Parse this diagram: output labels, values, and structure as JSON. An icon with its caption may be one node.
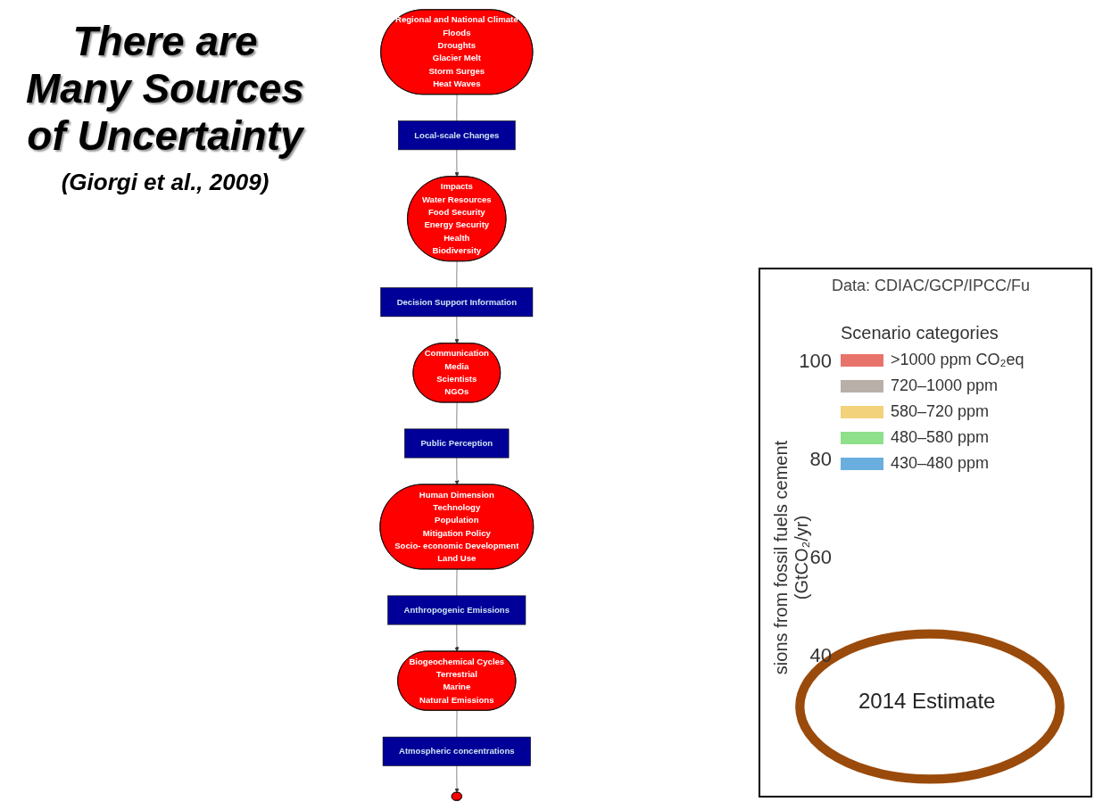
{
  "diagram": {
    "title": "There are Many Sources of Uncertainty",
    "caption": "(Giorgi et al., 2009)",
    "nodes": [
      {
        "text": [
          "Human Dimension",
          "Technology",
          "Population",
          "Mitigation Policy",
          "Socio- economic Development",
          "Land Use"
        ]
      },
      {
        "text": [
          "Public Perception"
        ]
      },
      {
        "text": [
          "Anthropogenic Emissions"
        ]
      },
      {
        "text": [
          "Communication",
          "Media",
          "Scientists",
          "NGOs"
        ]
      },
      {
        "text": [
          "Biogeochemical Cycles",
          "Terrestrial",
          "Marine",
          "Natural Emissions"
        ]
      },
      {
        "text": [
          "Decision Support Information"
        ]
      },
      {
        "text": [
          "Atmospheric concentrations"
        ]
      },
      {
        "text": [
          "Impacts",
          "Water Resources",
          "Food Security",
          "Energy Security",
          "Health",
          "Biodiversity"
        ]
      },
      {
        "text": [],
        "shape": "ellipse"
      },
      {
        "text": [
          "Local-scale Changes"
        ]
      },
      {
        "text": [
          "Regional and National Climate",
          "Floods",
          "Droughts",
          "Glacier Melt",
          "Storm Surges",
          "Heat Waves"
        ]
      }
    ],
    "edges": [
      {
        "from": 0,
        "to": 2,
        "arrow": "none"
      },
      {
        "from": 2,
        "to": 4,
        "arrow": "to"
      },
      {
        "from": 4,
        "to": 6,
        "arrow": "none"
      },
      {
        "from": 6,
        "to": 8,
        "arrow": "to"
      },
      {
        "from": 10,
        "to": 9,
        "arrow": "none"
      },
      {
        "from": 9,
        "to": 7,
        "arrow": "to"
      },
      {
        "from": 7,
        "to": 5,
        "arrow": "none"
      },
      {
        "from": 5,
        "to": 3,
        "arrow": "to"
      },
      {
        "from": 3,
        "to": 1,
        "arrow": "none"
      },
      {
        "from": 1,
        "to": 0,
        "arrow": "to"
      }
    ],
    "labels": [
      "Data: CDIAC/GCP/IPCC/Fu",
      "Scenario categories",
      "100",
      "80",
      "60",
      "40",
      "sions from fossil fuels cement (GtCO₂/yr)",
      "2014 Estimate"
    ],
    "legend": [
      {
        "text": ">1000 ppm CO₂eq",
        "color": "#e8736b"
      },
      {
        "text": "720–1000 ppm",
        "color": "#b8b0a8"
      },
      {
        "text": "580–720 ppm",
        "color": "#f2d27a"
      },
      {
        "text": "480–580 ppm",
        "color": "#8fe08a"
      },
      {
        "text": "430–480 ppm",
        "color": "#6aaee0"
      }
    ]
  }
}
